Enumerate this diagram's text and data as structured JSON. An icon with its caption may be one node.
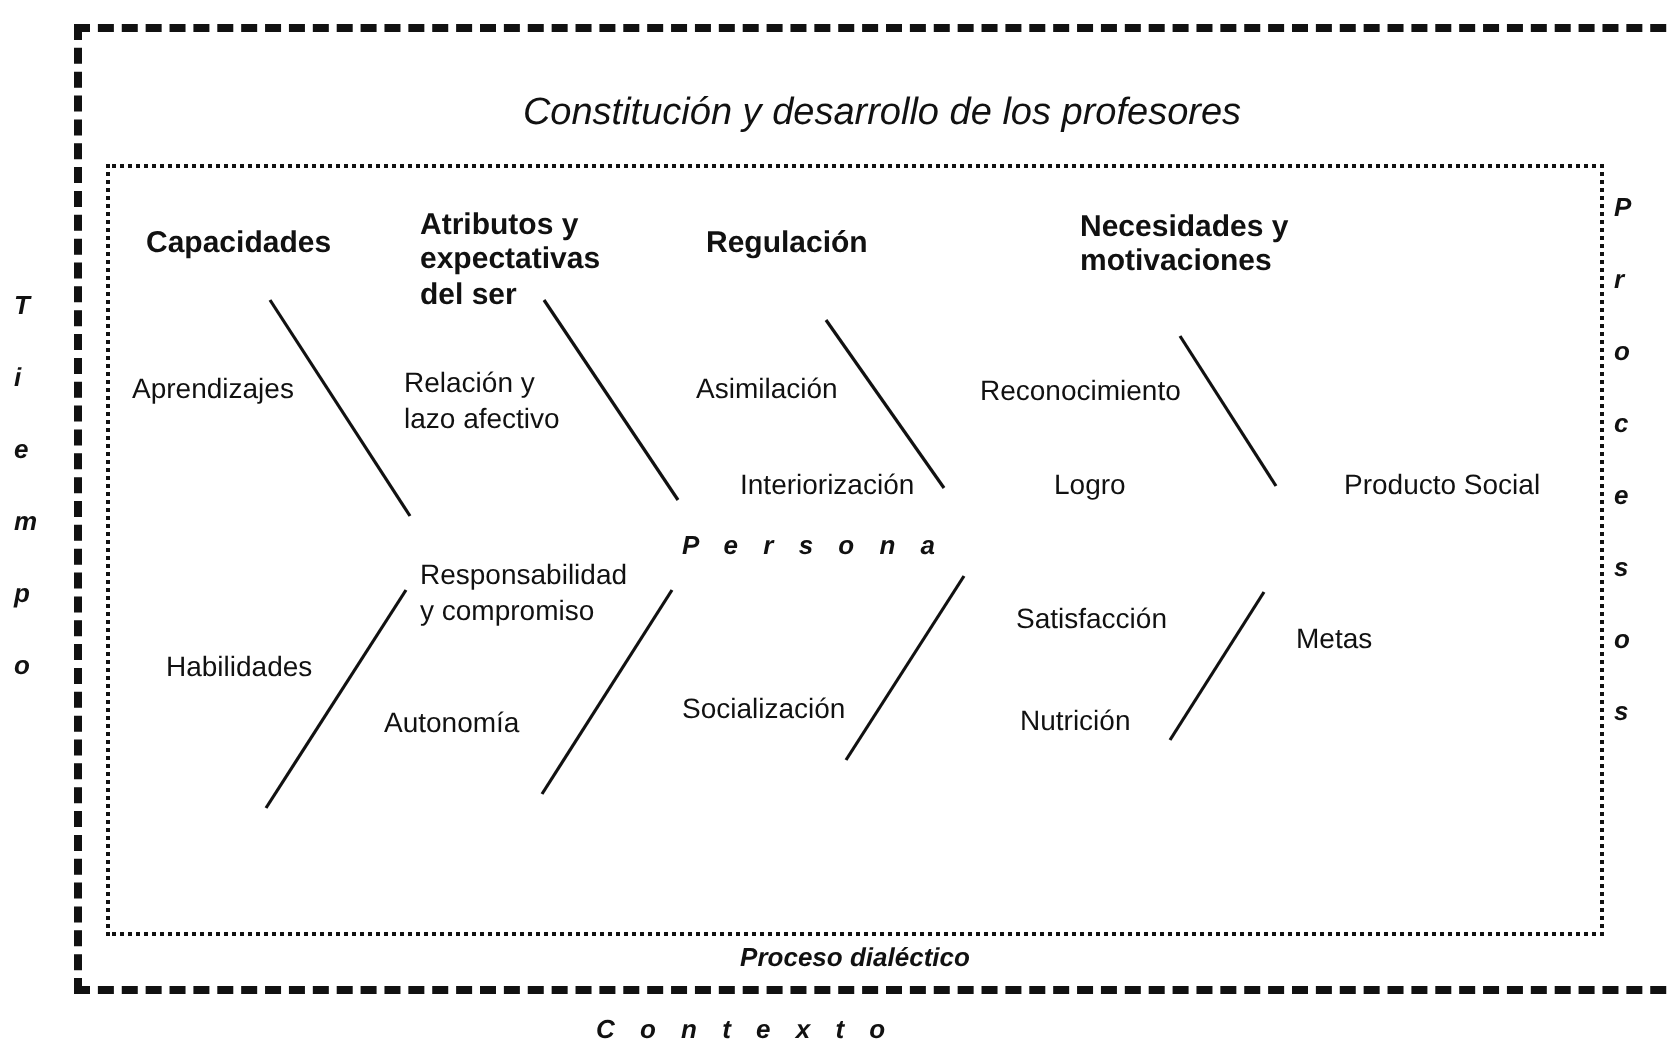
{
  "diagram": {
    "nodes": [
      {
        "text": [
          "Constitución y desarrollo de los profesores"
        ]
      },
      {
        "text": [
          "Proceso dialéctico"
        ],
        "in": 0
      }
    ],
    "edges": [],
    "labels": [
      "P r o c e s o s",
      "Capacidades",
      "Atributos y expectativas del ser",
      "Regulación",
      "Necesidades y motivaciones",
      "T i e m p o",
      "Aprendizajes",
      "Relación y lazo afectivo",
      "Asimilación",
      "Reconocimiento",
      "Interiorización",
      "Logro",
      "Producto Social",
      "P e r s o n a",
      "Responsabilidad y compromiso",
      "Satisfacción",
      "Metas",
      "Habilidades",
      "Autonomía",
      "Socialización",
      "Nutrición",
      "C o n t e x t o"
    ]
  }
}
